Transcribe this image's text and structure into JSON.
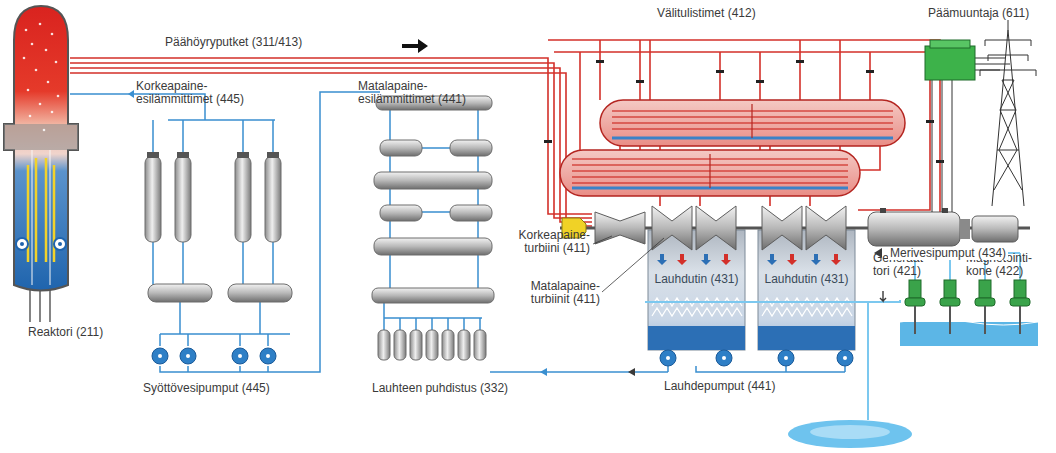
{
  "diagram": {
    "nodes": [
      {
        "text": [
          "Lauhdutin (431)"
        ]
      },
      {
        "text": [
          "Lauhdutin (431)"
        ]
      }
    ],
    "labels": [
      "Päähöyryputket (311/413)",
      "Välitulistimet (412)",
      "Päämuuntaja (611)",
      "Korkeapaine-esilämmittimet (445)",
      "Matalapaine-esilämmittimet (441)",
      "Korkeapaine-turbiini (411)",
      "Matalapaine-turbiinit (411)",
      "Generaat-tori (421)",
      "Magnetointi-kone (422)",
      "Merivesipumput (434)",
      "Reaktori (211)",
      "Syöttövesipumput (445)",
      "Lauhteen puhdistus (332)",
      "Lauhdepumput (441)"
    ]
  }
}
